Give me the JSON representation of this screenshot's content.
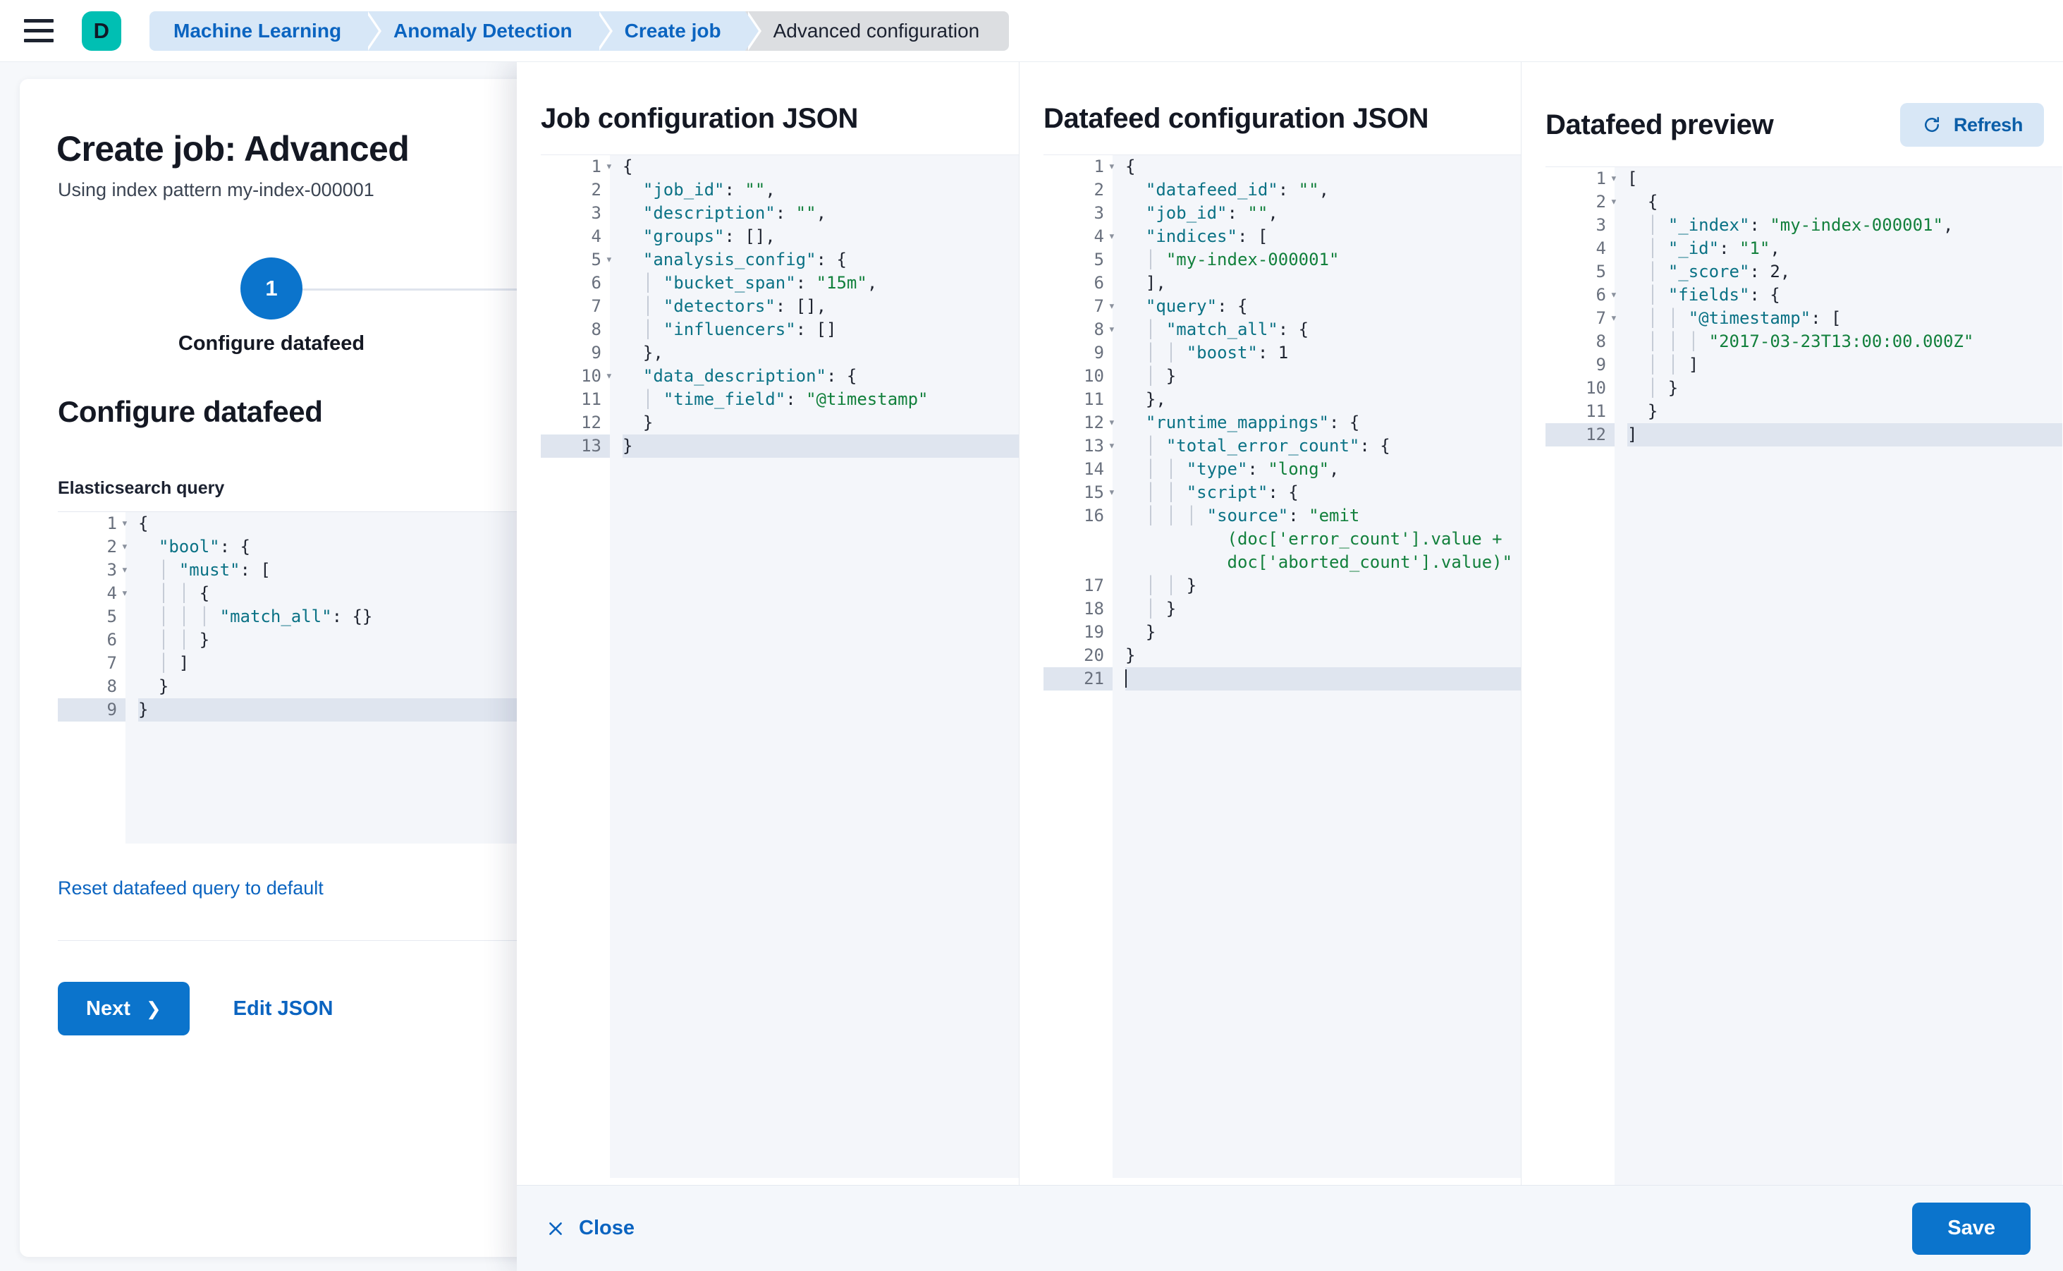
{
  "topbar": {
    "menu_icon": "hamburger-icon",
    "avatar_letter": "D",
    "breadcrumbs": [
      {
        "label": "Machine Learning",
        "current": false
      },
      {
        "label": "Anomaly Detection",
        "current": false
      },
      {
        "label": "Create job",
        "current": false
      },
      {
        "label": "Advanced configuration",
        "current": true
      }
    ]
  },
  "wizard": {
    "title": "Create job: Advanced",
    "subtitle": "Using index pattern my-index-000001",
    "step_number": "1",
    "step_label": "Configure datafeed",
    "section_title": "Configure datafeed",
    "field_label": "Elasticsearch query",
    "reset_link": "Reset datafeed query to default",
    "next_label": "Next",
    "next_chevron": "chevron-right-icon",
    "edit_json_label": "Edit JSON",
    "query_editor": {
      "active_line": 9,
      "lines": [
        {
          "n": "1",
          "fold": true,
          "text": "{"
        },
        {
          "n": "2",
          "fold": true,
          "text": "  \"bool\": {"
        },
        {
          "n": "3",
          "fold": true,
          "text": "    \"must\": ["
        },
        {
          "n": "4",
          "fold": true,
          "text": "      {"
        },
        {
          "n": "5",
          "fold": false,
          "text": "        \"match_all\": {}"
        },
        {
          "n": "6",
          "fold": false,
          "text": "      }"
        },
        {
          "n": "7",
          "fold": false,
          "text": "    ]"
        },
        {
          "n": "8",
          "fold": false,
          "text": "  }"
        },
        {
          "n": "9",
          "fold": false,
          "text": "}"
        }
      ]
    }
  },
  "flyout": {
    "columns": {
      "job_config": {
        "heading": "Job configuration JSON",
        "active_line": 13,
        "lines": [
          {
            "n": "1",
            "fold": true,
            "text": "{"
          },
          {
            "n": "2",
            "fold": false,
            "text": "  \"job_id\": \"\","
          },
          {
            "n": "3",
            "fold": false,
            "text": "  \"description\": \"\","
          },
          {
            "n": "4",
            "fold": false,
            "text": "  \"groups\": [],"
          },
          {
            "n": "5",
            "fold": true,
            "text": "  \"analysis_config\": {"
          },
          {
            "n": "6",
            "fold": false,
            "text": "    \"bucket_span\": \"15m\","
          },
          {
            "n": "7",
            "fold": false,
            "text": "    \"detectors\": [],"
          },
          {
            "n": "8",
            "fold": false,
            "text": "    \"influencers\": []"
          },
          {
            "n": "9",
            "fold": false,
            "text": "  },"
          },
          {
            "n": "10",
            "fold": true,
            "text": "  \"data_description\": {"
          },
          {
            "n": "11",
            "fold": false,
            "text": "    \"time_field\": \"@timestamp\""
          },
          {
            "n": "12",
            "fold": false,
            "text": "  }"
          },
          {
            "n": "13",
            "fold": false,
            "text": "}"
          }
        ]
      },
      "datafeed_config": {
        "heading": "Datafeed configuration JSON",
        "active_line": 21,
        "lines": [
          {
            "n": "1",
            "fold": true,
            "text": "{"
          },
          {
            "n": "2",
            "fold": false,
            "text": "  \"datafeed_id\": \"\","
          },
          {
            "n": "3",
            "fold": false,
            "text": "  \"job_id\": \"\","
          },
          {
            "n": "4",
            "fold": true,
            "text": "  \"indices\": ["
          },
          {
            "n": "5",
            "fold": false,
            "text": "    \"my-index-000001\""
          },
          {
            "n": "6",
            "fold": false,
            "text": "  ],"
          },
          {
            "n": "7",
            "fold": true,
            "text": "  \"query\": {"
          },
          {
            "n": "8",
            "fold": true,
            "text": "    \"match_all\": {"
          },
          {
            "n": "9",
            "fold": false,
            "text": "      \"boost\": 1"
          },
          {
            "n": "10",
            "fold": false,
            "text": "    }"
          },
          {
            "n": "11",
            "fold": false,
            "text": "  },"
          },
          {
            "n": "12",
            "fold": true,
            "text": "  \"runtime_mappings\": {"
          },
          {
            "n": "13",
            "fold": true,
            "text": "    \"total_error_count\": {"
          },
          {
            "n": "14",
            "fold": false,
            "text": "      \"type\": \"long\","
          },
          {
            "n": "15",
            "fold": true,
            "text": "      \"script\": {"
          },
          {
            "n": "16",
            "fold": false,
            "text": "        \"source\": \"emit\n          (doc['error_count'].value +\n          doc['aborted_count'].value)\""
          },
          {
            "n": "17",
            "fold": false,
            "text": "      }"
          },
          {
            "n": "18",
            "fold": false,
            "text": "    }"
          },
          {
            "n": "19",
            "fold": false,
            "text": "  }"
          },
          {
            "n": "20",
            "fold": false,
            "text": "}"
          },
          {
            "n": "21",
            "fold": false,
            "text": ""
          }
        ]
      },
      "datafeed_preview": {
        "heading": "Datafeed preview",
        "refresh_label": "Refresh",
        "refresh_icon": "refresh-icon",
        "active_line": 12,
        "lines": [
          {
            "n": "1",
            "fold": true,
            "text": "["
          },
          {
            "n": "2",
            "fold": true,
            "text": "  {"
          },
          {
            "n": "3",
            "fold": false,
            "text": "    \"_index\": \"my-index-000001\","
          },
          {
            "n": "4",
            "fold": false,
            "text": "    \"_id\": \"1\","
          },
          {
            "n": "5",
            "fold": false,
            "text": "    \"_score\": 2,"
          },
          {
            "n": "6",
            "fold": true,
            "text": "    \"fields\": {"
          },
          {
            "n": "7",
            "fold": true,
            "text": "      \"@timestamp\": ["
          },
          {
            "n": "8",
            "fold": false,
            "text": "        \"2017-03-23T13:00:00.000Z\""
          },
          {
            "n": "9",
            "fold": false,
            "text": "      ]"
          },
          {
            "n": "10",
            "fold": false,
            "text": "    }"
          },
          {
            "n": "11",
            "fold": false,
            "text": "  }"
          },
          {
            "n": "12",
            "fold": false,
            "text": "]"
          }
        ]
      }
    },
    "footer": {
      "close_label": "Close",
      "close_icon": "close-icon",
      "save_label": "Save"
    }
  },
  "colors": {
    "accent_blue": "#0b74cc",
    "link_blue": "#0b64c0",
    "avatar_teal": "#00bfb3",
    "crumb_blue": "#d7e7f7",
    "crumb_grey": "#dcdee1",
    "json_key": "#0b7285",
    "json_string": "#12803c",
    "active_line": "#dfe5ef"
  }
}
